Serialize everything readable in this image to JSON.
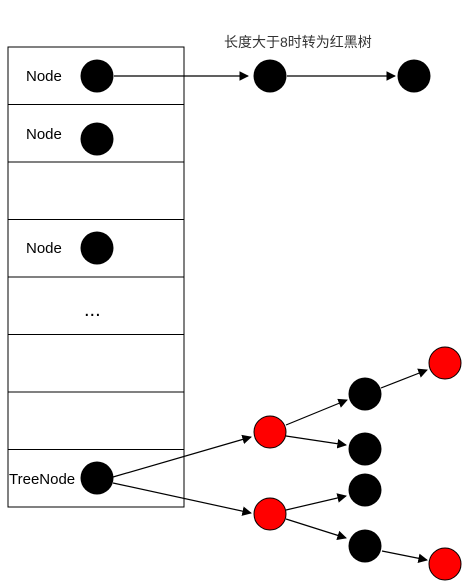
{
  "title_note": "长度大于8时转为红黑树",
  "buckets": [
    {
      "label": "Node"
    },
    {
      "label": "Node"
    },
    {
      "label": ""
    },
    {
      "label": "Node"
    },
    {
      "label": "..."
    },
    {
      "label": ""
    },
    {
      "label": ""
    },
    {
      "label": "TreeNode"
    }
  ],
  "colors": {
    "node_black": "#000000",
    "node_red": "#ff0000",
    "line": "#000000",
    "bucket_border": "#000000"
  },
  "linked_list": {
    "node_count": 3,
    "node_color": "black"
  },
  "red_black_tree": {
    "root": "TreeNode",
    "children": [
      {
        "color": "red",
        "children": [
          {
            "color": "black",
            "children": [
              {
                "color": "red"
              }
            ]
          },
          {
            "color": "black"
          }
        ]
      },
      {
        "color": "red",
        "children": [
          {
            "color": "black"
          },
          {
            "color": "black",
            "children": [
              {
                "color": "red"
              }
            ]
          }
        ]
      }
    ]
  }
}
